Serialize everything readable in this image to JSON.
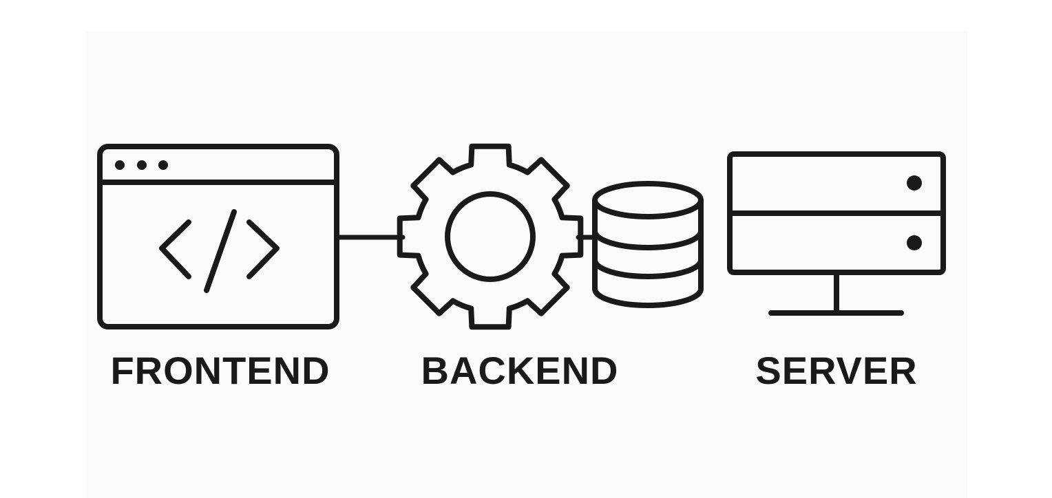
{
  "labels": {
    "frontend": "FRONTEND",
    "backend": "BACKEND",
    "server": "SERVER"
  },
  "icons": {
    "frontend": "browser-code-window-icon",
    "backend_gear": "gear-icon",
    "backend_db": "database-icon",
    "server": "server-monitor-icon"
  },
  "colors": {
    "stroke": "#1a1a1a",
    "background": "#ffffff",
    "panel": "#fafafa"
  }
}
